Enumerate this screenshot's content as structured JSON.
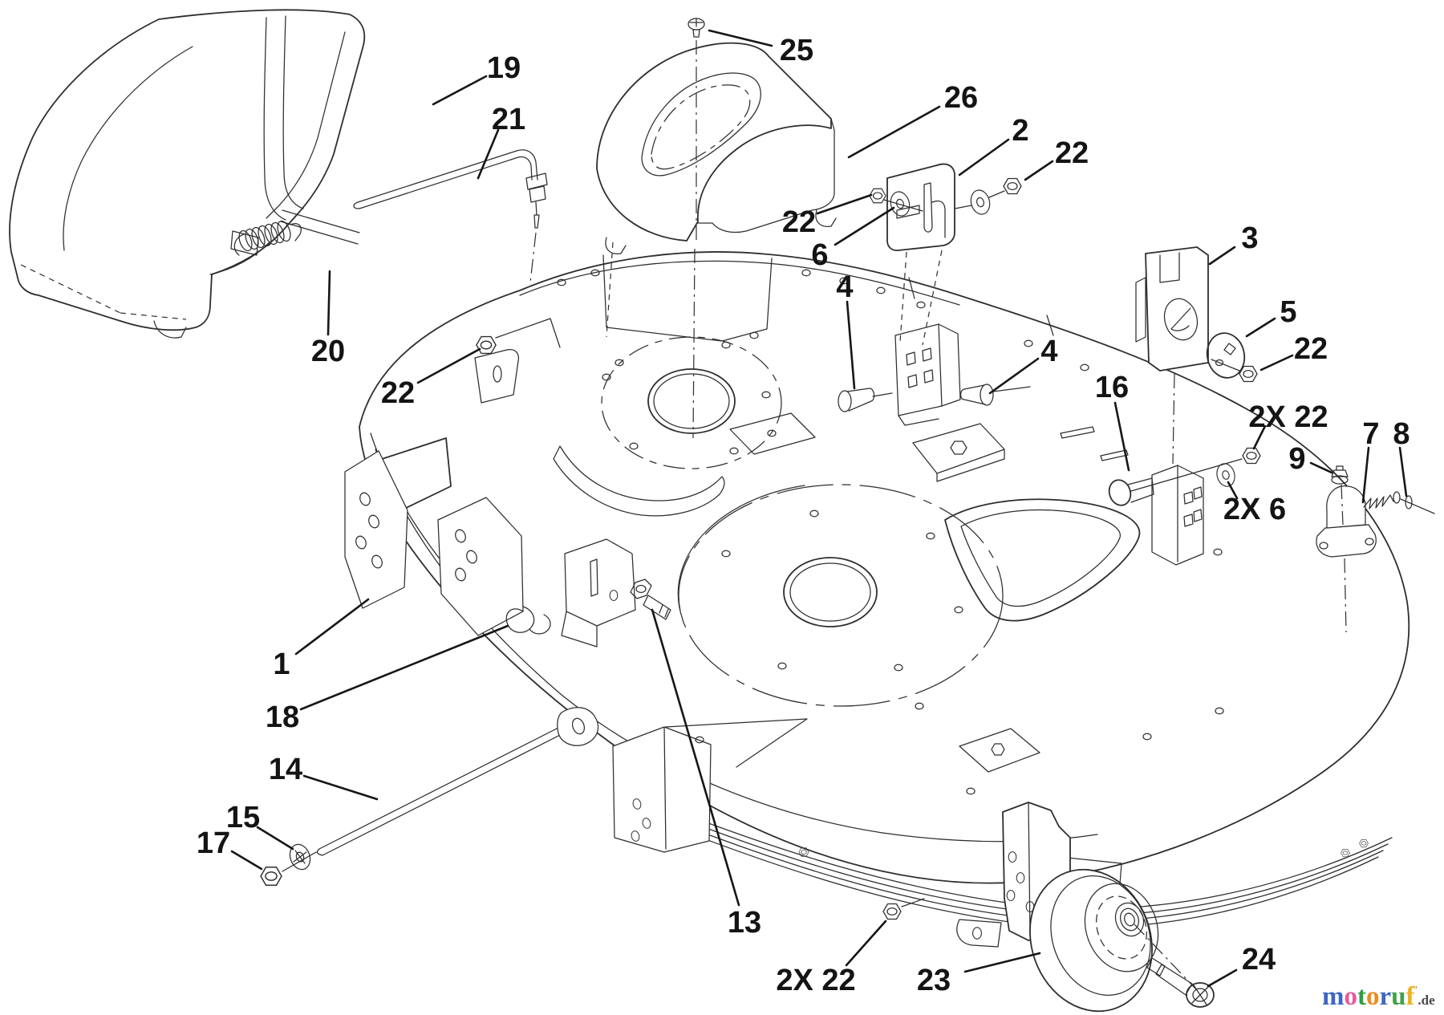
{
  "document": {
    "kind": "exploded parts diagram",
    "subject": "lawn mower deck assembly line drawing",
    "background": "#ffffff",
    "line_color": "#2e2e2e",
    "label_color": "#141414"
  },
  "callouts": [
    {
      "text": "19"
    },
    {
      "text": "21"
    },
    {
      "text": "20"
    },
    {
      "text": "22"
    },
    {
      "text": "25"
    },
    {
      "text": "26"
    },
    {
      "text": "2"
    },
    {
      "text": "22"
    },
    {
      "text": "22"
    },
    {
      "text": "6"
    },
    {
      "text": "3"
    },
    {
      "text": "5"
    },
    {
      "text": "22"
    },
    {
      "text": "4"
    },
    {
      "text": "4"
    },
    {
      "text": "16"
    },
    {
      "text": "2X 22"
    },
    {
      "text": "9"
    },
    {
      "text": "7"
    },
    {
      "text": "8"
    },
    {
      "text": "2X 6"
    },
    {
      "text": "1"
    },
    {
      "text": "18"
    },
    {
      "text": "14"
    },
    {
      "text": "15"
    },
    {
      "text": "17"
    },
    {
      "text": "13"
    },
    {
      "text": "2X 22"
    },
    {
      "text": "23"
    },
    {
      "text": "24"
    }
  ],
  "brand": {
    "letters": [
      {
        "ch": "m",
        "color": "#3d66c4"
      },
      {
        "ch": "o",
        "color": "#e45ba2"
      },
      {
        "ch": "t",
        "color": "#2f9e43"
      },
      {
        "ch": "o",
        "color": "#ee8b1c"
      },
      {
        "ch": "r",
        "color": "#3d66c4"
      },
      {
        "ch": "u",
        "color": "#44a04a"
      },
      {
        "ch": "f",
        "color": "#efb11d"
      }
    ],
    "mark": "'",
    "mark_color": "#9a9a9a",
    "suffix": ".de",
    "suffix_color": "#4a4a4a"
  }
}
